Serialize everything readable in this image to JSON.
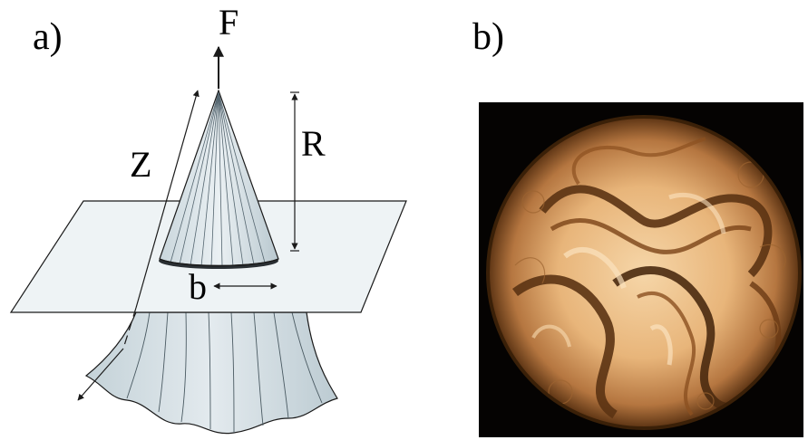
{
  "panels": {
    "a": {
      "label": "a)"
    },
    "b": {
      "label": "b)"
    }
  },
  "diagram": {
    "force_label": "F",
    "length_label": "Z",
    "radius_label": "R",
    "base_label": "b"
  },
  "colors": {
    "sheet_fill": "#eef3f5",
    "cone_fill": "#dce6ea",
    "skirt_fill": "#d5e0e5",
    "line": "#1a1a1a",
    "photo_background": "#050302",
    "photo_glow": "#f3c894",
    "photo_amber": "#c98a4c",
    "photo_dark": "#5b3313"
  }
}
